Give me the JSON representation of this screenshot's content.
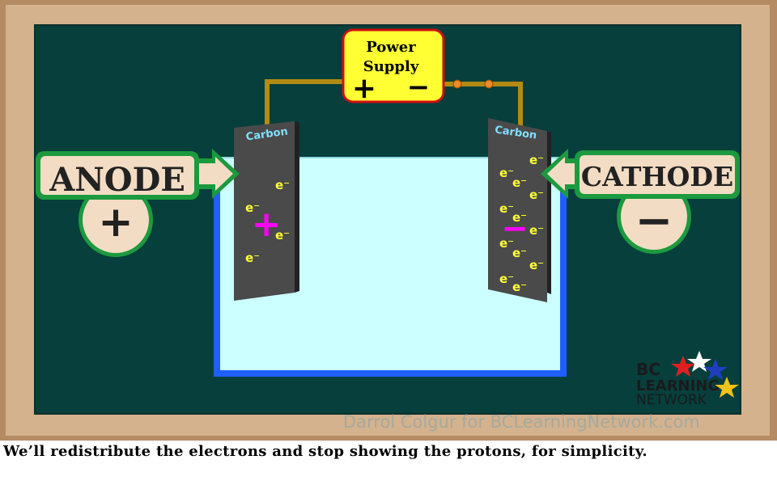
{
  "power_supply": {
    "line1": "Power",
    "line2": "Supply",
    "plus": "+",
    "minus": "−"
  },
  "electrodes": {
    "left_material": "Carbon",
    "right_material": "Carbon"
  },
  "labels": {
    "anode": "ANODE",
    "cathode": "CATHODE",
    "anode_sign": "+",
    "cathode_sign": "−"
  },
  "charges": {
    "positive": "+",
    "negative": "−",
    "electron": "e⁻"
  },
  "logo": {
    "line1": "BC",
    "line2": "LEARNING",
    "line3": "NETWORK"
  },
  "credit": "Darrol Colgur for BCLearningNetwork.com",
  "caption": "We’ll redistribute the electrons and stop showing the protons, for simplicity.",
  "colors": {
    "board": "#063f3c",
    "solution": "#ccffff",
    "container": "#1f5fff",
    "wire": "#b38b14",
    "power_supply": "#ffff33",
    "label_green": "#1c9a3e",
    "electrode": "#4a4a4a",
    "electron": "#ffff33",
    "charge_sign": "#ff00ff"
  }
}
